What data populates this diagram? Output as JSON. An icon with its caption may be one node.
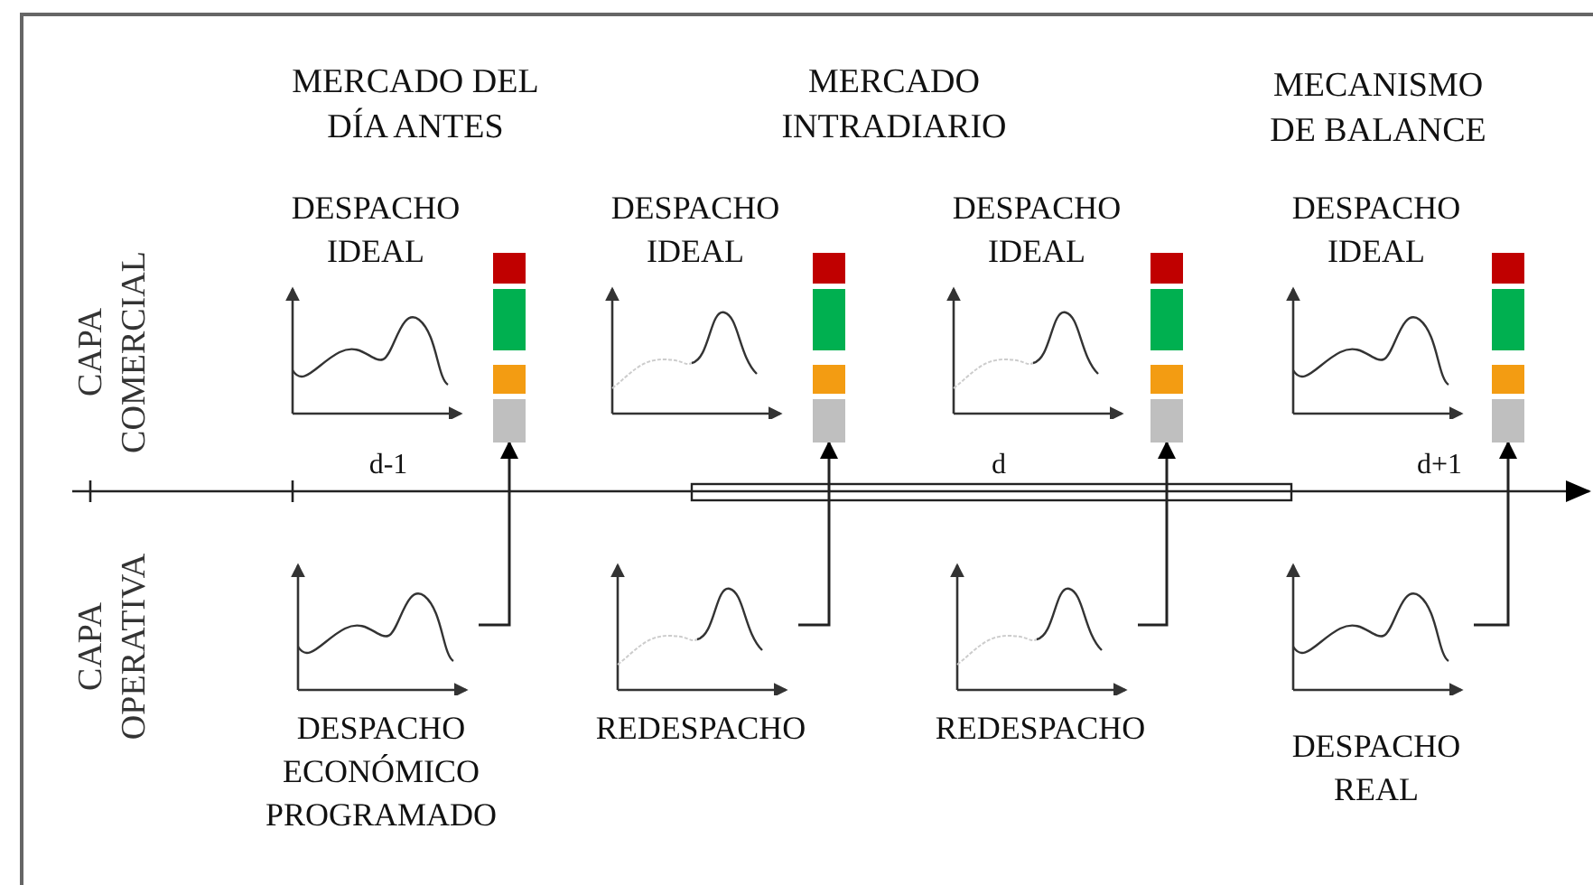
{
  "diagram": {
    "nodes": [
      {
        "text": [
          "DESPACHO IDEAL"
        ]
      },
      {
        "text": [
          "DESPACHO IDEAL"
        ]
      },
      {
        "text": [
          "DESPACHO IDEAL"
        ]
      },
      {
        "text": [
          "DESPACHO IDEAL"
        ]
      },
      {
        "text": [],
        "shape": "bar"
      },
      {
        "text": [],
        "shape": "bar"
      },
      {
        "text": [],
        "shape": "bar"
      },
      {
        "text": [],
        "shape": "bar"
      },
      {
        "text": [
          "DESPACHO ECONÓMICO PROGRAMADO"
        ]
      },
      {
        "text": [
          "REDESPACHO"
        ]
      },
      {
        "text": [
          "REDESPACHO"
        ]
      },
      {
        "text": [
          "DESPACHO REAL"
        ]
      }
    ],
    "edges": [
      {
        "from": 8,
        "to": 4,
        "arrow": "to"
      },
      {
        "from": 9,
        "to": 5,
        "arrow": "to"
      },
      {
        "from": 10,
        "to": 6,
        "arrow": "to"
      },
      {
        "from": 11,
        "to": 7,
        "arrow": "to"
      }
    ],
    "labels": [
      "MERCADO DEL DÍA ANTES",
      "MERCADO INTRADIARIO",
      "MECANISMO DE BALANCE",
      "CAPA COMERCIAL",
      "d-1",
      "d",
      "d+1",
      "CAPA OPERATIVA"
    ]
  }
}
